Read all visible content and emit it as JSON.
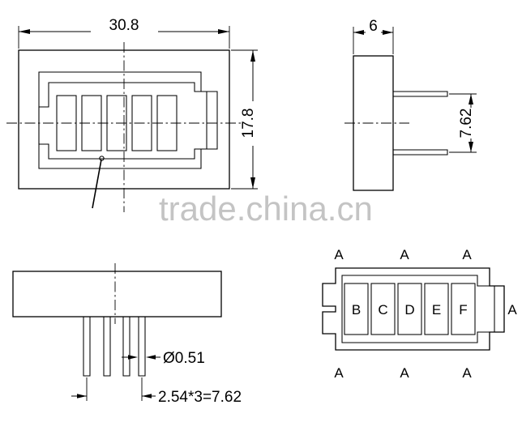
{
  "document": {
    "type": "engineering-drawing",
    "title": "Connector housing mechanical drawing",
    "watermark": "trade.china.cn",
    "background_color": "#ffffff",
    "line_color": "#000000",
    "watermark_color": "#bfbfbf"
  },
  "views": {
    "top_left": {
      "name": "front-view",
      "dimensions": {
        "width_label": "30.8",
        "height_label": "17.8"
      },
      "slot_count": 5,
      "leader_note": ""
    },
    "top_right": {
      "name": "side-view",
      "dimensions": {
        "thickness_label": "6",
        "pin_spacing_label": "7.62"
      },
      "pin_count": 2
    },
    "bottom_left": {
      "name": "bottom-view",
      "dimensions": {
        "pin_diameter_label": "Ø0.51",
        "pin_pitch_label": "2.54*3=7.62"
      },
      "pin_count": 4
    },
    "bottom_right": {
      "name": "pin-assignment-view",
      "contact_labels": [
        "B",
        "C",
        "D",
        "E",
        "F"
      ],
      "outer_labels_top": [
        "A",
        "A",
        "A"
      ],
      "outer_labels_bottom": [
        "A",
        "A",
        "A"
      ],
      "outer_label_right": "A"
    }
  }
}
